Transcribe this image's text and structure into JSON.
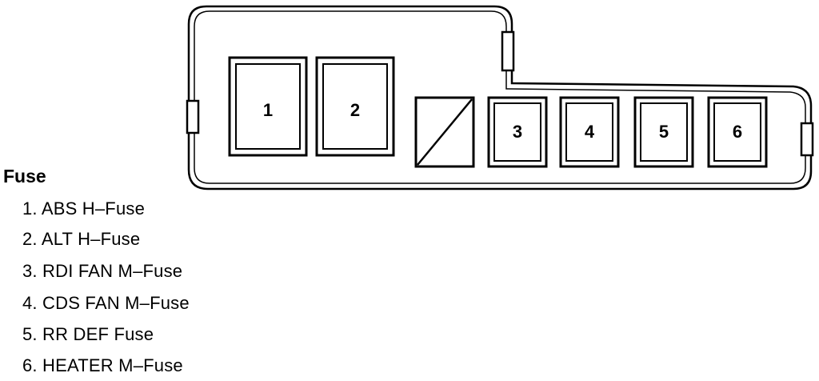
{
  "diagram": {
    "fuses": [
      {
        "id": "fuse-1",
        "label": "1"
      },
      {
        "id": "fuse-2",
        "label": "2"
      },
      {
        "id": "fuse-3",
        "label": "3"
      },
      {
        "id": "fuse-4",
        "label": "4"
      },
      {
        "id": "fuse-5",
        "label": "5"
      },
      {
        "id": "fuse-6",
        "label": "6"
      }
    ],
    "spare_slot": {
      "id": "empty-slot",
      "marking": "diagonal"
    }
  },
  "legend": {
    "title": "Fuse",
    "items": [
      "1. ABS H–Fuse",
      "2. ALT H–Fuse",
      "3. RDI FAN M–Fuse",
      "4. CDS FAN M–Fuse",
      "5. RR DEF Fuse",
      "6. HEATER M–Fuse"
    ]
  }
}
